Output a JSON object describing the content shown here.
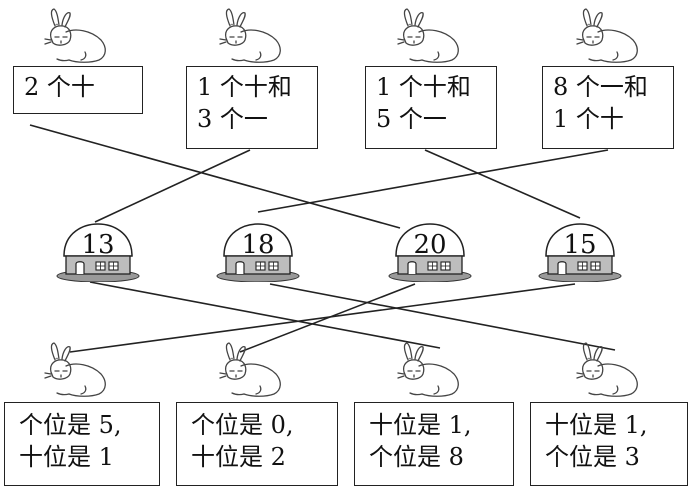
{
  "top_cards": [
    {
      "lines": [
        "2 个十"
      ]
    },
    {
      "lines": [
        "1 个十和",
        "3 个一"
      ]
    },
    {
      "lines": [
        "1 个十和",
        "5 个一"
      ]
    },
    {
      "lines": [
        "8 个一和",
        "1 个十"
      ]
    }
  ],
  "houses": [
    {
      "number": "13"
    },
    {
      "number": "18"
    },
    {
      "number": "20"
    },
    {
      "number": "15"
    }
  ],
  "bottom_cards": [
    {
      "lines": [
        "个位是 5,",
        "十位是 1"
      ]
    },
    {
      "lines": [
        "个位是 0,",
        "十位是 2"
      ]
    },
    {
      "lines": [
        "十位是 1,",
        "个位是 8"
      ]
    },
    {
      "lines": [
        "十位是 1,",
        "个位是 3"
      ]
    }
  ],
  "icons": {
    "rabbit": "rabbit-icon",
    "house": "house-icon"
  }
}
